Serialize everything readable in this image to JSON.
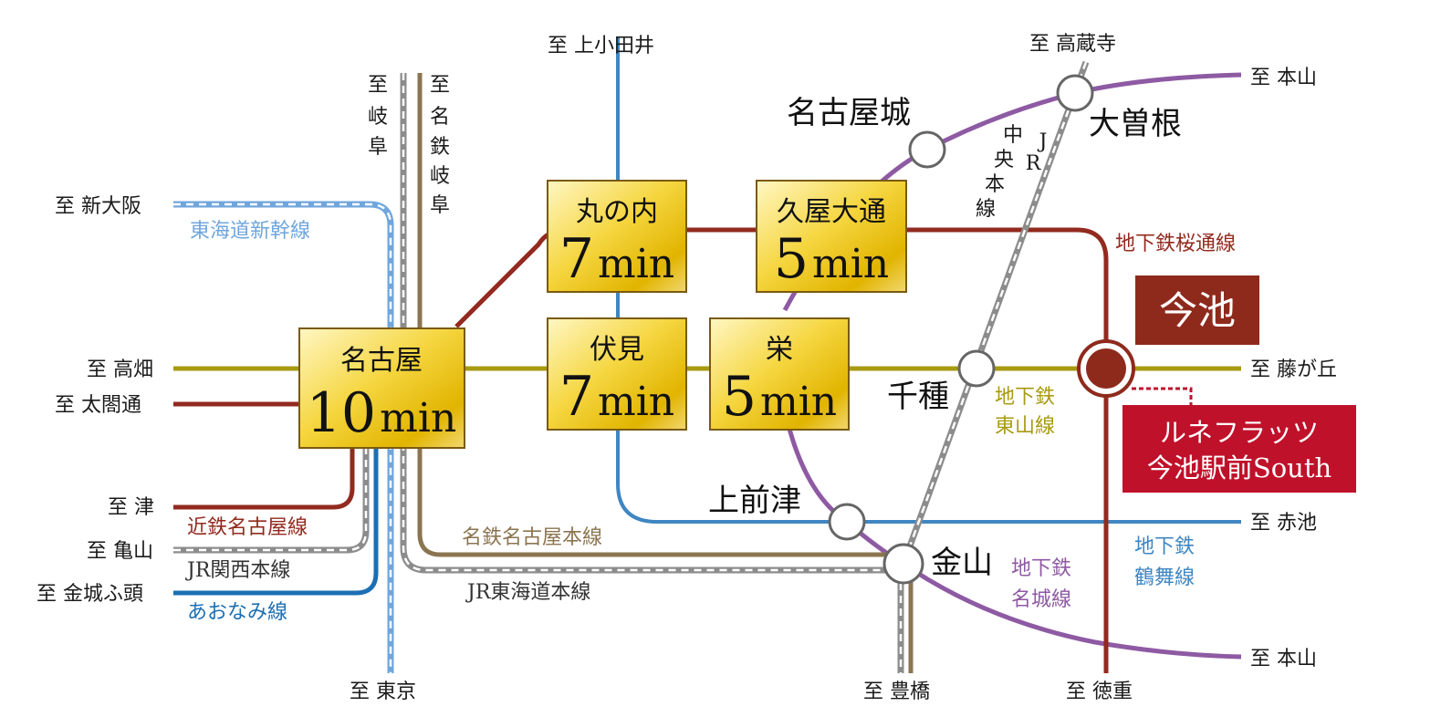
{
  "colors": {
    "sakura_dori": "#922a1f",
    "higashiyama": "#a89a12",
    "tsurumai": "#3f86c2",
    "meijo": "#8e5aa3",
    "meitetsu": "#8b7550",
    "jr": "#8c8c8c",
    "shinkansen": "#6fa6dc",
    "aonami": "#1c6fb3",
    "kintetsu": "#922a1f",
    "imaike_box": "#8e2a1c",
    "property_box": "#c0112b",
    "gold_light": "#fff6b8",
    "gold_dark": "#d9a800"
  },
  "directions": {
    "kamiotai": "至 上小田井",
    "takakuraji": "至 高蔵寺",
    "motoyama_top": "至 本山",
    "shinosaka": "至 新大阪",
    "takabata": "至 高畑",
    "taikodori": "至 太閤通",
    "tsu": "至 津",
    "kameyama": "至 亀山",
    "kinjofuto": "至 金城ふ頭",
    "tokyo": "至 東京",
    "toyohashi": "至 豊橋",
    "tokushige": "至 徳重",
    "motoyama_bottom": "至 本山",
    "akaike": "至 赤池",
    "fujigaoka": "至 藤が丘"
  },
  "vertical_directions": {
    "gifu": [
      "至",
      "岐",
      "阜"
    ],
    "meitetsu_gifu": [
      "至",
      "名",
      "鉄",
      "岐",
      "阜"
    ],
    "jr_chuo": [
      "J",
      "R",
      "中",
      "央",
      "本",
      "線"
    ]
  },
  "line_labels": {
    "shinkansen": "東海道新幹線",
    "sakura_dori": "地下鉄桜通線",
    "higashiyama_1": "地下鉄",
    "higashiyama_2": "東山線",
    "kintetsu": "近鉄名古屋線",
    "jr_kansai": "JR関西本線",
    "aonami": "あおなみ線",
    "meitetsu": "名鉄名古屋本線",
    "jr_tokaido": "JR東海道本線",
    "meijo_1": "地下鉄",
    "meijo_2": "名城線",
    "tsurumai_1": "地下鉄",
    "tsurumai_2": "鶴舞線"
  },
  "stations": {
    "nagoyajo": "名古屋城",
    "ozone": "大曽根",
    "chikusa": "千種",
    "kamimaezu": "上前津",
    "kanayama": "金山"
  },
  "time_boxes": {
    "nagoya": {
      "name": "名古屋",
      "num": "10",
      "unit": "min"
    },
    "marunouchi": {
      "name": "丸の内",
      "num": "7",
      "unit": "min"
    },
    "hisaya": {
      "name": "久屋大通",
      "num": "5",
      "unit": "min"
    },
    "fushimi": {
      "name": "伏見",
      "num": "7",
      "unit": "min"
    },
    "sakae": {
      "name": "栄",
      "num": "5",
      "unit": "min"
    }
  },
  "imaike": "今池",
  "property": {
    "line1": "ルネフラッツ",
    "line2": "今池駅前South"
  }
}
